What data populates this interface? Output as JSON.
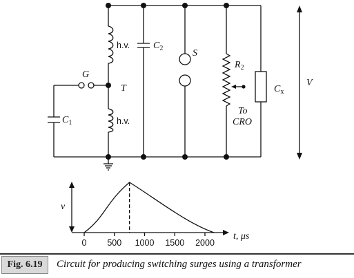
{
  "circuit": {
    "labels": {
      "hv_upper": "h.v.",
      "hv_lower": "h.v.",
      "c2": "C",
      "c2_sub": "2",
      "c1": "C",
      "c1_sub": "1",
      "gap": "G",
      "transformer": "T",
      "sphere_gap": "S",
      "r2": "R",
      "r2_sub": "2",
      "cx": "C",
      "cx_sub": "x",
      "to": "To",
      "cro": "CRO",
      "voltage": "V"
    }
  },
  "waveform": {
    "y_label": "v",
    "x_label": "t, μs",
    "x_ticks": [
      "0",
      "500",
      "1000",
      "1500",
      "2000"
    ],
    "peak_time_us": 750,
    "end_time_us": 2150
  },
  "caption": {
    "fig_number": "Fig. 6.19",
    "text": "Circuit for producing switching surges using a transformer"
  }
}
